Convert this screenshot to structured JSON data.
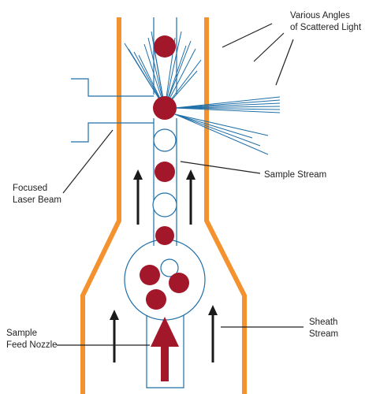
{
  "labels": {
    "scattered_light": [
      "Various Angles",
      "of Scattered Light"
    ],
    "sample_stream": "Sample Stream",
    "laser_beam": [
      "Focused",
      "Laser Beam"
    ],
    "feed_nozzle": [
      "Sample",
      "Feed Nozzle"
    ],
    "sheath_stream": [
      "Sheath",
      "Stream"
    ]
  },
  "colors": {
    "wall": "#f4922f",
    "channel": "#1f6fa8",
    "cell": "#a3172a",
    "arrow": "#1a1a1a",
    "leader": "#222222",
    "nozzle_arrow": "#a3172a"
  }
}
